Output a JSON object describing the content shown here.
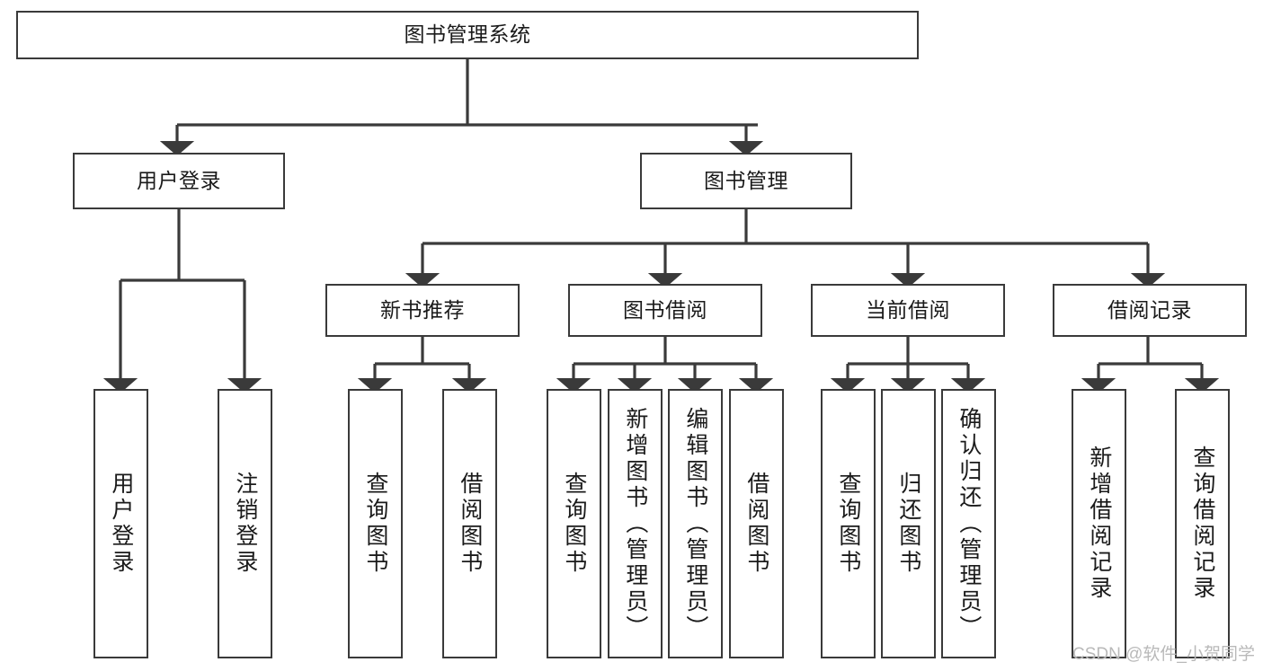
{
  "diagram": {
    "title_node": {
      "label": "图书管理系统"
    },
    "level2": [
      {
        "id": "user-login",
        "label": "用户登录"
      },
      {
        "id": "book-manage",
        "label": "图书管理"
      }
    ],
    "level3": [
      {
        "id": "new-book-recommend",
        "label": "新书推荐"
      },
      {
        "id": "book-borrow",
        "label": "图书借阅"
      },
      {
        "id": "current-borrow",
        "label": "当前借阅"
      },
      {
        "id": "borrow-record",
        "label": "借阅记录"
      }
    ],
    "leaves": [
      {
        "id": "leaf-user-login",
        "label": "用户登录",
        "parent": "user-login"
      },
      {
        "id": "leaf-logout-login",
        "label": "注销登录",
        "parent": "user-login"
      },
      {
        "id": "leaf-query-book-1",
        "label": "查询图书",
        "parent": "new-book-recommend"
      },
      {
        "id": "leaf-borrow-book-1",
        "label": "借阅图书",
        "parent": "new-book-recommend"
      },
      {
        "id": "leaf-query-book-2",
        "label": "查询图书",
        "parent": "book-borrow"
      },
      {
        "id": "leaf-add-book",
        "label": "新增图书（管理员）",
        "parent": "book-borrow"
      },
      {
        "id": "leaf-edit-book",
        "label": "编辑图书（管理员）",
        "parent": "book-borrow"
      },
      {
        "id": "leaf-borrow-book-2",
        "label": "借阅图书",
        "parent": "book-borrow"
      },
      {
        "id": "leaf-query-book-3",
        "label": "查询图书",
        "parent": "current-borrow"
      },
      {
        "id": "leaf-return-book",
        "label": "归还图书",
        "parent": "current-borrow"
      },
      {
        "id": "leaf-confirm-return",
        "label": "确认归还（管理员）",
        "parent": "current-borrow"
      },
      {
        "id": "leaf-add-record",
        "label": "新增借阅记录",
        "parent": "borrow-record"
      },
      {
        "id": "leaf-query-record",
        "label": "查询借阅记录",
        "parent": "borrow-record"
      }
    ],
    "watermark": "CSDN @软件_小贺同学",
    "colors": {
      "stroke": "#3a3a3a",
      "background": "#ffffff",
      "text": "#1a1a1a",
      "watermark": "#b9b9b9"
    }
  }
}
